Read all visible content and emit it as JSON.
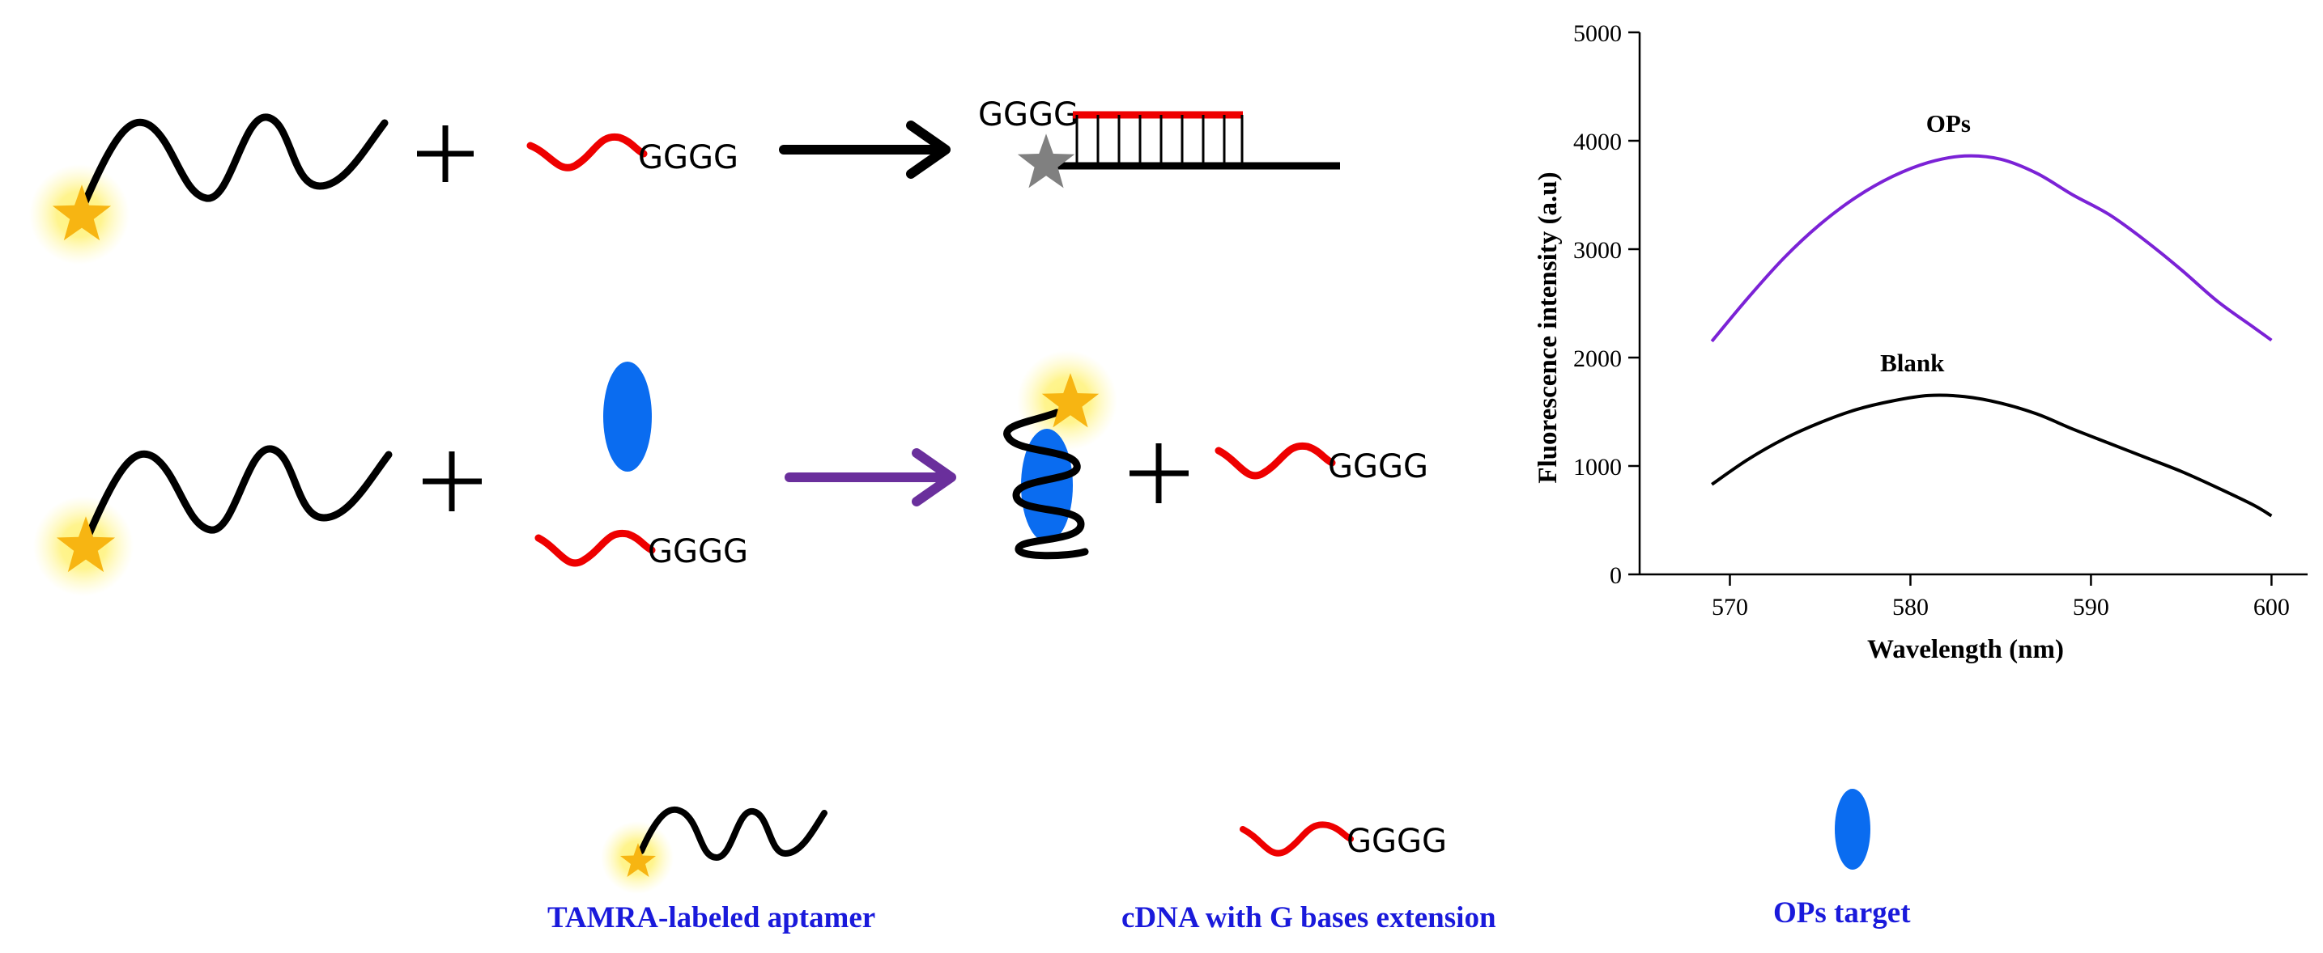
{
  "scheme": {
    "g_extension": "GGGG",
    "colors": {
      "aptamer": "#000000",
      "cdna": "#ee0000",
      "target": "#0a6cf0",
      "star_fluorescent": "#f7b512",
      "star_glow": "#fff27a",
      "star_quenched": "#808080",
      "arrow_row1": "#000000",
      "arrow_row2": "#6a2f9c"
    },
    "icons": [
      "star-icon",
      "plus-icon",
      "arrow-icon",
      "ellipse-icon"
    ]
  },
  "legend": {
    "aptamer_label": "TAMRA-labeled aptamer",
    "cdna_label": "cDNA with G bases extension",
    "target_label": "OPs target",
    "label_color": "#1a1adb"
  },
  "chart_data": {
    "type": "line",
    "title": "",
    "xlabel": "Wavelength (nm)",
    "ylabel": "Fluorescence intensity (a.u)",
    "xlim": [
      565,
      602
    ],
    "ylim": [
      0,
      5000
    ],
    "xticks": [
      570,
      580,
      590,
      600
    ],
    "yticks": [
      0,
      1000,
      2000,
      3000,
      4000,
      5000
    ],
    "grid": false,
    "legend": "none",
    "series": [
      {
        "name": "OPs",
        "color": "#7b22d6",
        "x": [
          569,
          571,
          573,
          575,
          577,
          579,
          581,
          583,
          585,
          587,
          589,
          591,
          593,
          595,
          597,
          599,
          600
        ],
        "y": [
          2150,
          2550,
          2920,
          3230,
          3480,
          3670,
          3800,
          3860,
          3830,
          3700,
          3500,
          3320,
          3080,
          2810,
          2520,
          2280,
          2160
        ]
      },
      {
        "name": "Blank",
        "color": "#000000",
        "x": [
          569,
          571,
          573,
          575,
          577,
          579,
          581,
          583,
          585,
          587,
          589,
          591,
          593,
          595,
          597,
          599,
          600
        ],
        "y": [
          830,
          1060,
          1250,
          1400,
          1520,
          1600,
          1650,
          1640,
          1580,
          1480,
          1340,
          1210,
          1080,
          950,
          800,
          640,
          540
        ]
      }
    ]
  }
}
